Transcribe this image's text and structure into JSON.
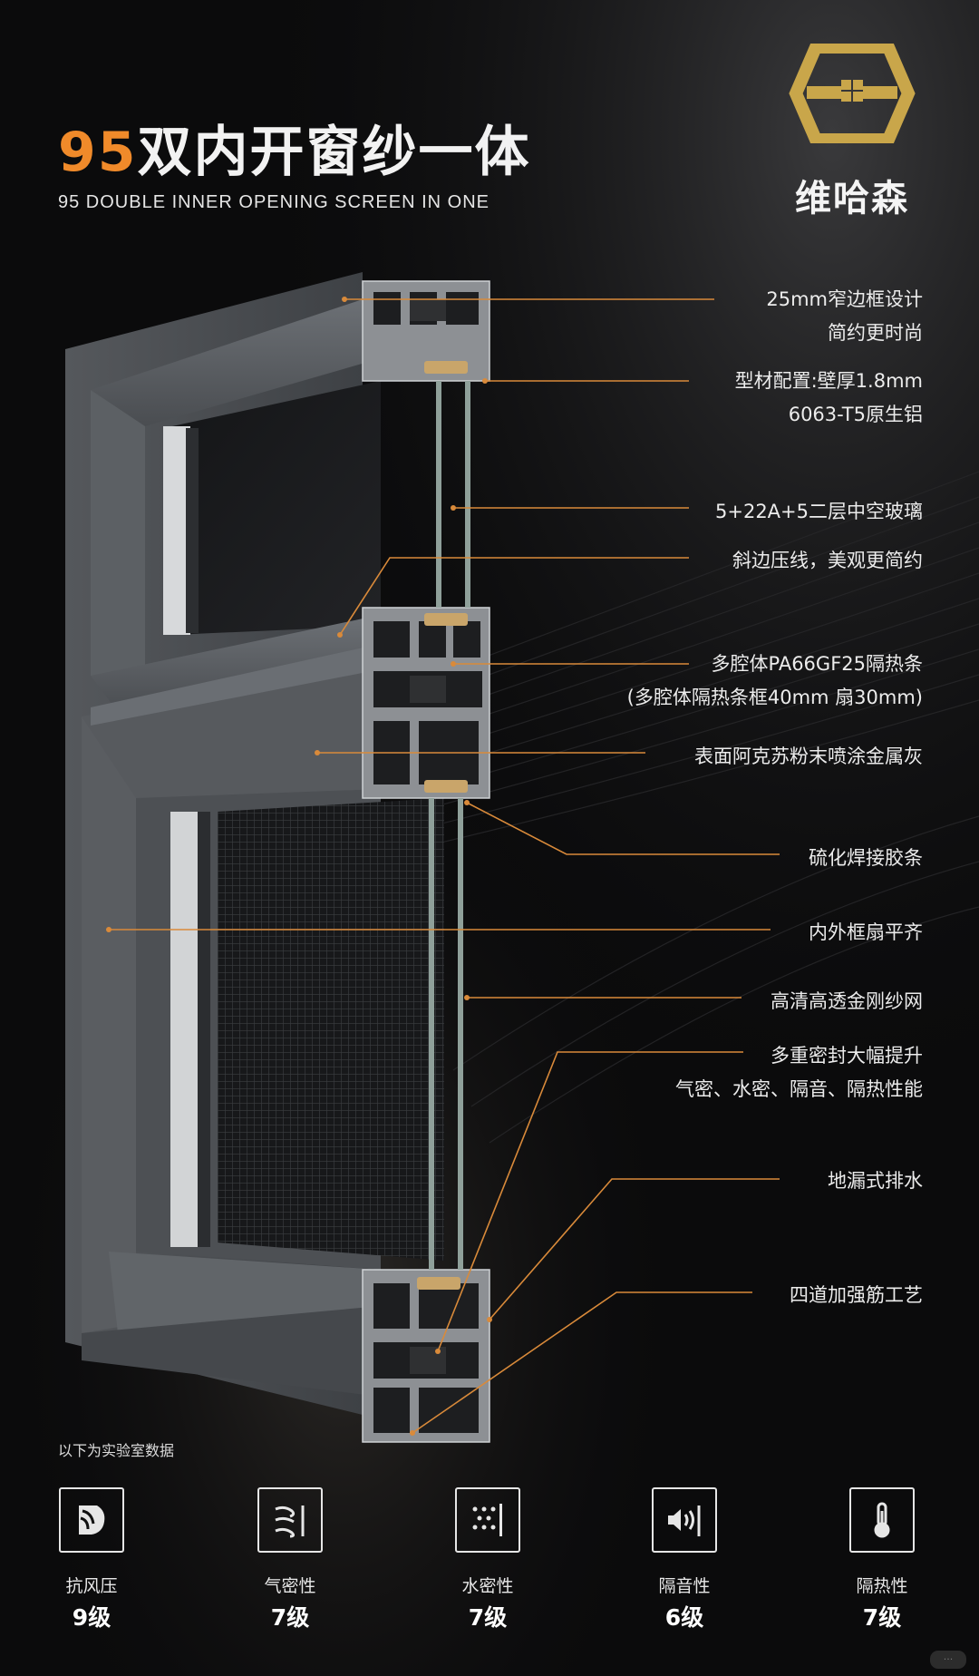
{
  "header": {
    "title_number": "95",
    "title_text": "双内开窗纱一体",
    "subtitle": "95 DOUBLE INNER OPENING SCREEN IN ONE"
  },
  "brand": {
    "name": "维哈森",
    "logo_icon": "hexagon-house-logo-icon",
    "logo_color": "#c9a64a"
  },
  "callouts": [
    {
      "lines": [
        "25mm窄边框设计",
        "简约更时尚"
      ]
    },
    {
      "lines": [
        "型材配置:壁厚1.8mm",
        "6063-T5原生铝"
      ]
    },
    {
      "lines": [
        "5+22A+5二层中空玻璃"
      ]
    },
    {
      "lines": [
        "斜边压线，美观更简约"
      ]
    },
    {
      "lines": [
        "多腔体PA66GF25隔热条",
        "(多腔体隔热条框40mm  扇30mm)"
      ]
    },
    {
      "lines": [
        "表面阿克苏粉末喷涂金属灰"
      ]
    },
    {
      "lines": [
        "硫化焊接胶条"
      ]
    },
    {
      "lines": [
        "内外框扇平齐"
      ]
    },
    {
      "lines": [
        "高清高透金刚纱网"
      ]
    },
    {
      "lines": [
        "多重密封大幅提升",
        "气密、水密、隔音、隔热性能"
      ]
    },
    {
      "lines": [
        "地漏式排水"
      ]
    },
    {
      "lines": [
        "四道加强筋工艺"
      ]
    }
  ],
  "lab_note": "以下为实验室数据",
  "metrics": [
    {
      "name": "抗风压",
      "grade": "9级",
      "icon": "wind-pressure-icon"
    },
    {
      "name": "气密性",
      "grade": "7级",
      "icon": "air-tightness-icon"
    },
    {
      "name": "水密性",
      "grade": "7级",
      "icon": "water-tightness-icon"
    },
    {
      "name": "隔音性",
      "grade": "6级",
      "icon": "sound-insulation-icon"
    },
    {
      "name": "隔热性",
      "grade": "7级",
      "icon": "thermometer-icon"
    }
  ],
  "colors": {
    "accent": "#f08a2a",
    "callout_line": "#d98a3a",
    "profile_gray": "#4a4d51"
  }
}
